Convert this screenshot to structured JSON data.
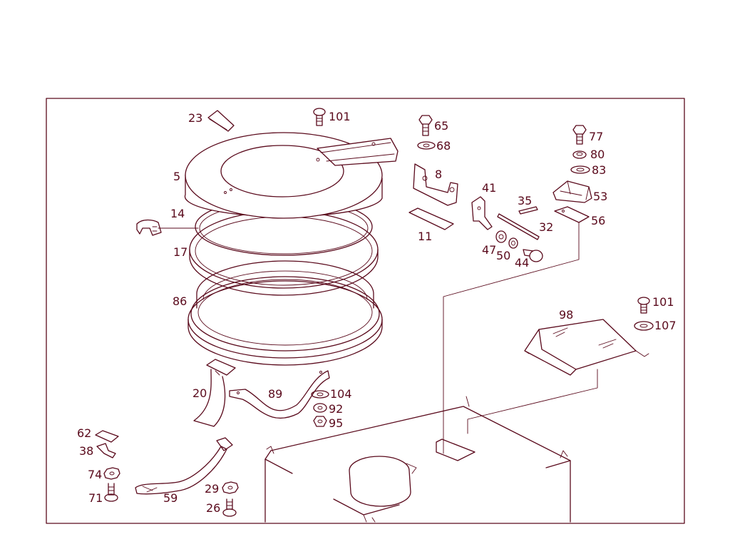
{
  "colors": {
    "ink": "#5a0a1c",
    "paper": "#ffffff"
  },
  "parts": [
    {
      "id": "p23",
      "label": "23"
    },
    {
      "id": "p101a",
      "label": "101"
    },
    {
      "id": "p65",
      "label": "65"
    },
    {
      "id": "p68",
      "label": "68"
    },
    {
      "id": "p77",
      "label": "77"
    },
    {
      "id": "p80",
      "label": "80"
    },
    {
      "id": "p83",
      "label": "83"
    },
    {
      "id": "p5",
      "label": "5"
    },
    {
      "id": "p8",
      "label": "8"
    },
    {
      "id": "p41",
      "label": "41"
    },
    {
      "id": "p35",
      "label": "35"
    },
    {
      "id": "p53",
      "label": "53"
    },
    {
      "id": "p14",
      "label": "14"
    },
    {
      "id": "p56",
      "label": "56"
    },
    {
      "id": "p32",
      "label": "32"
    },
    {
      "id": "p11",
      "label": "11"
    },
    {
      "id": "p17",
      "label": "17"
    },
    {
      "id": "p47",
      "label": "47"
    },
    {
      "id": "p50",
      "label": "50"
    },
    {
      "id": "p44",
      "label": "44"
    },
    {
      "id": "p86",
      "label": "86"
    },
    {
      "id": "p101b",
      "label": "101"
    },
    {
      "id": "p98",
      "label": "98"
    },
    {
      "id": "p107",
      "label": "107"
    },
    {
      "id": "p20",
      "label": "20"
    },
    {
      "id": "p89",
      "label": "89"
    },
    {
      "id": "p104",
      "label": "104"
    },
    {
      "id": "p92",
      "label": "92"
    },
    {
      "id": "p95",
      "label": "95"
    },
    {
      "id": "p62",
      "label": "62"
    },
    {
      "id": "p38",
      "label": "38"
    },
    {
      "id": "p74",
      "label": "74"
    },
    {
      "id": "p71",
      "label": "71"
    },
    {
      "id": "p59",
      "label": "59"
    },
    {
      "id": "p29",
      "label": "29"
    },
    {
      "id": "p26",
      "label": "26"
    }
  ]
}
